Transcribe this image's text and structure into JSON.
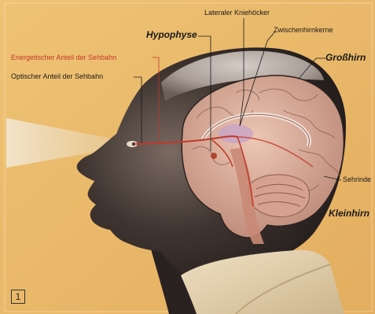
{
  "figure": {
    "number": "1",
    "labels": {
      "lateral_geniculate": "Lateraler Kniehöcker",
      "pituitary": "Hypophyse",
      "diencephalon": "Zwischenhirnkerne",
      "energetic_path": "Energetischer Anteil der Sehbahn",
      "cerebrum": "Großhirn",
      "optic_path": "Optischer Anteil der Sehbahn",
      "visual_cortex": "Sehrinde",
      "cerebellum": "Kleinhirn"
    }
  },
  "colors": {
    "background": "#e9b868",
    "skin_dark": "#2a2220",
    "brain": "#d9a58c",
    "pathway_red": "#c0392b",
    "collar": "#ead7b4"
  }
}
